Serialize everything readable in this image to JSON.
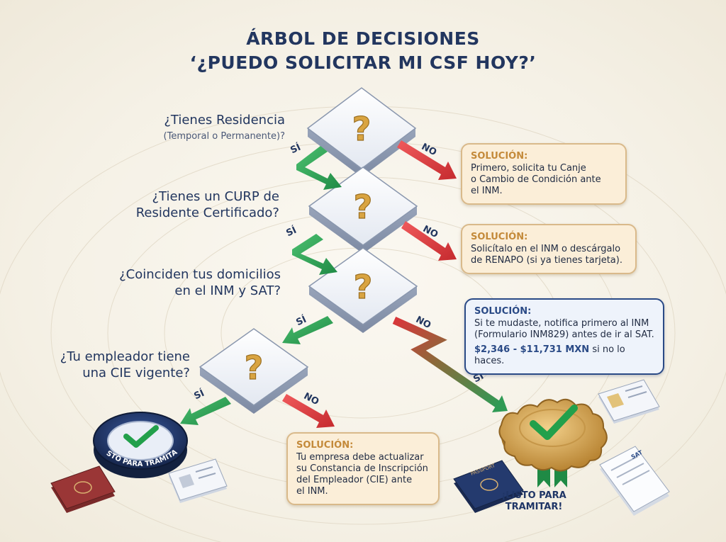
{
  "title": {
    "line1": "ÁRBOL DE DECISIONES",
    "line2": "‘¿PUEDO SOLICITAR MI CSF HOY?’"
  },
  "questions": [
    {
      "line1": "¿Tienes Residencia",
      "line2": "(Temporal o Permanente)?"
    },
    {
      "line1": "¿Tienes un CURP de",
      "line2": "Residente Certificado?"
    },
    {
      "line1": "¿Coinciden tus domicilios",
      "line2": "en el INM y SAT?"
    },
    {
      "line1": "¿Tu empleador tiene",
      "line2": "una CIE vigente?"
    }
  ],
  "labels": {
    "yes": "SÍ",
    "no": "NO"
  },
  "solutions": [
    {
      "label": "SOLUCIÓN:",
      "lines": [
        "Primero, solicita tu Canje",
        "o Cambio de Condición ante",
        "el INM."
      ]
    },
    {
      "label": "SOLUCIÓN:",
      "lines": [
        "Solicítalo en el INM o descárgalo",
        "de RENAPO (si ya tienes tarjeta)."
      ]
    },
    {
      "label": "SOLUCIÓN:",
      "lines": [
        "Si te mudaste, notifica primero al INM",
        "(Formulario INM829) antes de ir al SAT."
      ],
      "fine_amount": "$2,346 - $11,731 MXN",
      "fine_rest": " si no lo haces."
    },
    {
      "label": "SOLUCIÓN:",
      "lines": [
        "Tu empresa debe actualizar",
        "su Constancia de Inscripción",
        "del Empleador (CIE) ante",
        "el INM."
      ]
    }
  ],
  "ready": {
    "left_badge": "¡LISTO PARA TRAMITAR!",
    "right_line1": "¡LISTO PARA",
    "right_line2": "TRAMITAR!"
  },
  "icons": {
    "diamond": "question-mark-icon",
    "check": "check-mark-icon",
    "passport": "passport-icon",
    "id_card": "id-card-icon",
    "document": "sat-document-icon"
  },
  "doc_labels": {
    "passport": "PASSPORT",
    "sat": "SAT"
  },
  "colors": {
    "navy": "#22365f",
    "yes_green": "#2f9a55",
    "no_red": "#d9363a",
    "solution_warm": "#c48a3a",
    "solution_blue": "#2a4a86",
    "question_gold": "#d9a441",
    "check_green": "#22a04b"
  }
}
